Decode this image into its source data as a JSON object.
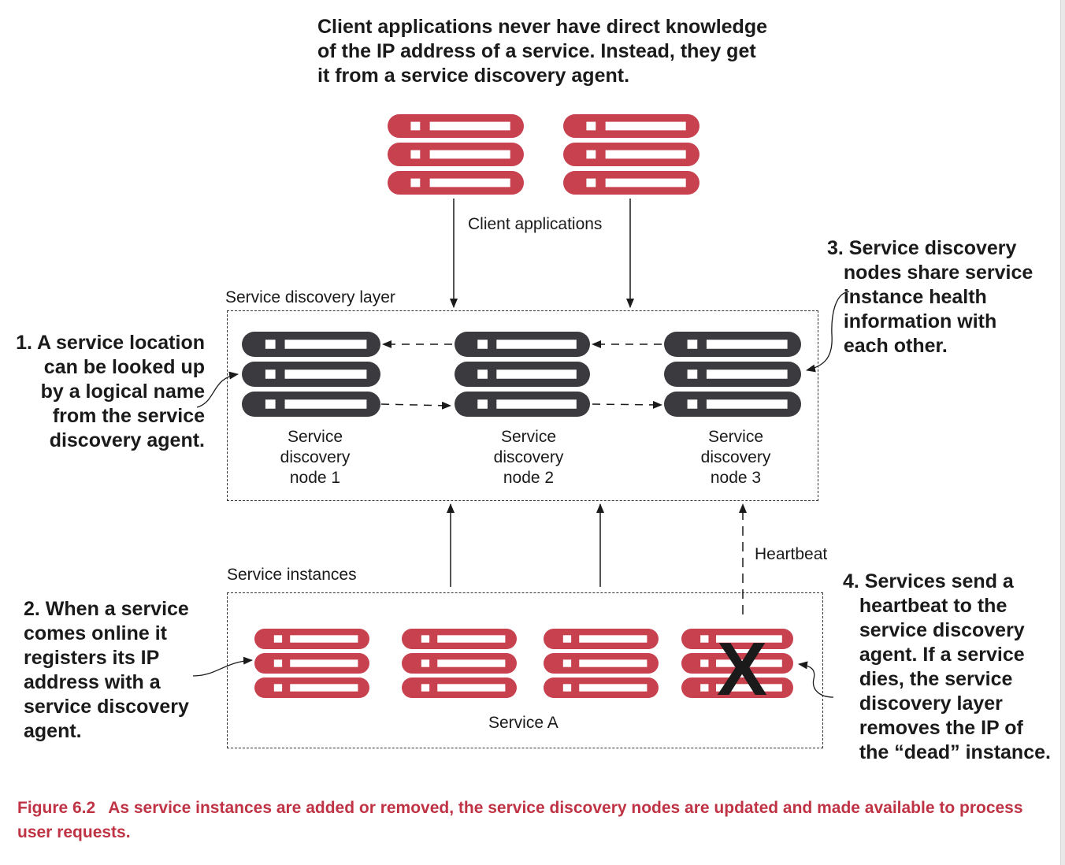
{
  "notes": {
    "top": "Client applications never have direct knowledge\nof the IP address of a service. Instead, they get\nit from a service discovery agent.",
    "step1": "1. A service location\ncan be looked up\nby a logical name\nfrom the service\ndiscovery agent.",
    "step2": "2. When a service\ncomes online it\nregisters its IP\naddress with a\nservice discovery\nagent.",
    "step3": "3. Service discovery\n   nodes share service\n   instance health\n   information with\n   each other.",
    "step4": "4. Services send a\n   heartbeat to the\n   service discovery\n   agent. If a service\n   dies, the service\n   discovery layer\n   removes the IP of\n   the “dead” instance."
  },
  "labels": {
    "client_applications": "Client applications",
    "service_discovery_layer": "Service discovery layer",
    "service_instances": "Service instances",
    "heartbeat": "Heartbeat",
    "service_a": "Service A",
    "dead_mark": "X"
  },
  "nodes": [
    {
      "label": "Service\ndiscovery\nnode 1"
    },
    {
      "label": "Service\ndiscovery\nnode 2"
    },
    {
      "label": "Service\ndiscovery\nnode 3"
    }
  ],
  "caption": {
    "figure": "Figure 6.2",
    "text": "As service instances are added or removed, the service discovery nodes are updated and made available to process user requests."
  },
  "colors": {
    "client_server": "#c8414f",
    "discovery_node": "#3b3b3f",
    "caption": "#bf3344"
  },
  "icons": {
    "client_server": "server-stack-icon",
    "discovery_node": "server-stack-icon",
    "service_instance": "server-stack-icon",
    "dead_instance": "dead-instance-x-icon"
  }
}
